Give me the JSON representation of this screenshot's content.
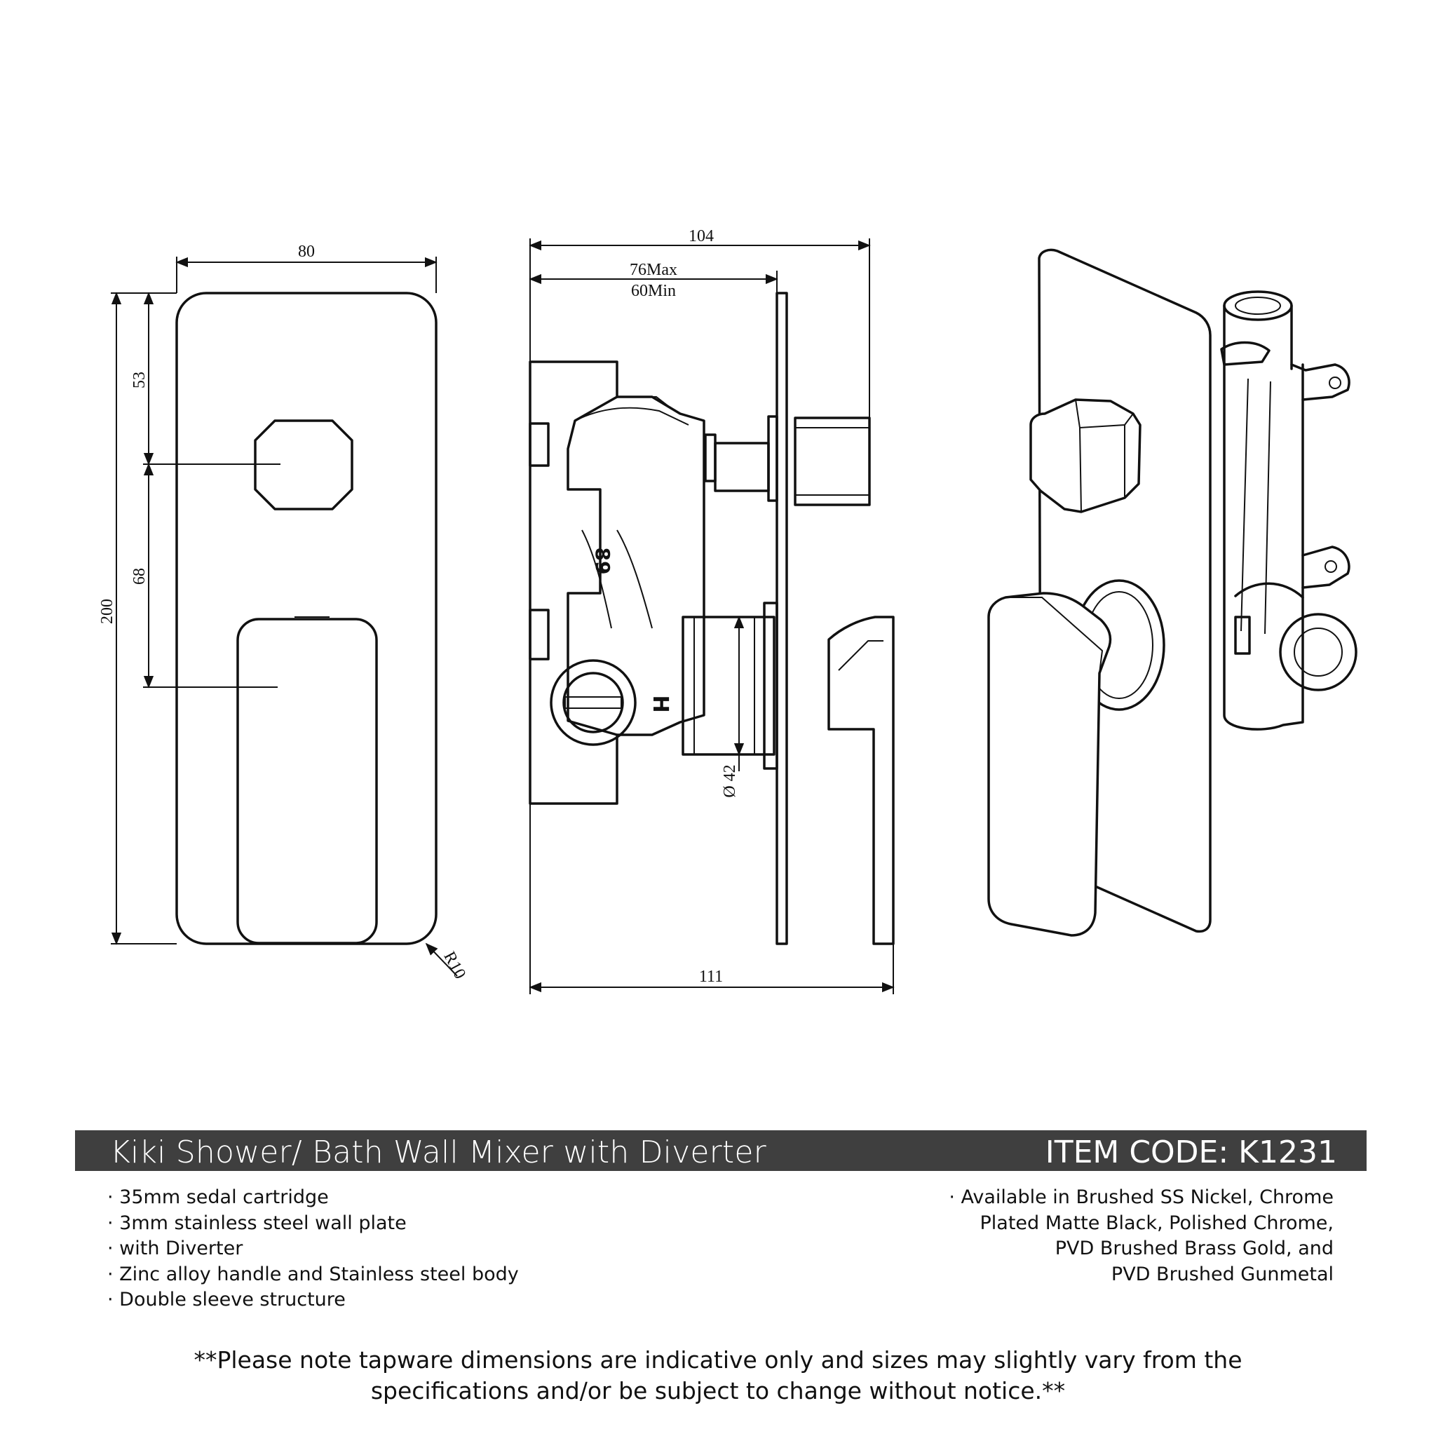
{
  "dimensions": {
    "front_width": "80",
    "front_height": "200",
    "knob_offset": "53",
    "handle_offset": "68",
    "corner_radius": "R10",
    "side_overall": "104",
    "depth_max": "76Max",
    "depth_min": "60Min",
    "sleeve_diameter": "Ø 42",
    "side_total": "111"
  },
  "body_marking": "89",
  "hot_marking": "H",
  "product": {
    "name": "Kiki Shower/ Bath Wall Mixer with Diverter",
    "item_code": "ITEM CODE: K1231"
  },
  "features": [
    "· 35mm sedal cartridge",
    "· 3mm stainless steel wall plate",
    "· with Diverter",
    "· Zinc alloy handle and Stainless steel body",
    "· Double sleeve structure"
  ],
  "availability": [
    "· Available in Brushed SS Nickel, Chrome",
    "Plated Matte Black, Polished Chrome,",
    "PVD Brushed Brass Gold, and",
    "PVD Brushed Gunmetal"
  ],
  "note": [
    "**Please note tapware dimensions are indicative only and sizes may slightly vary from the",
    "specifications and/or be subject to change without notice.**"
  ],
  "colors": {
    "title_bar": "#3f3f3f",
    "title_text": "#ffffff",
    "line": "#111111"
  }
}
